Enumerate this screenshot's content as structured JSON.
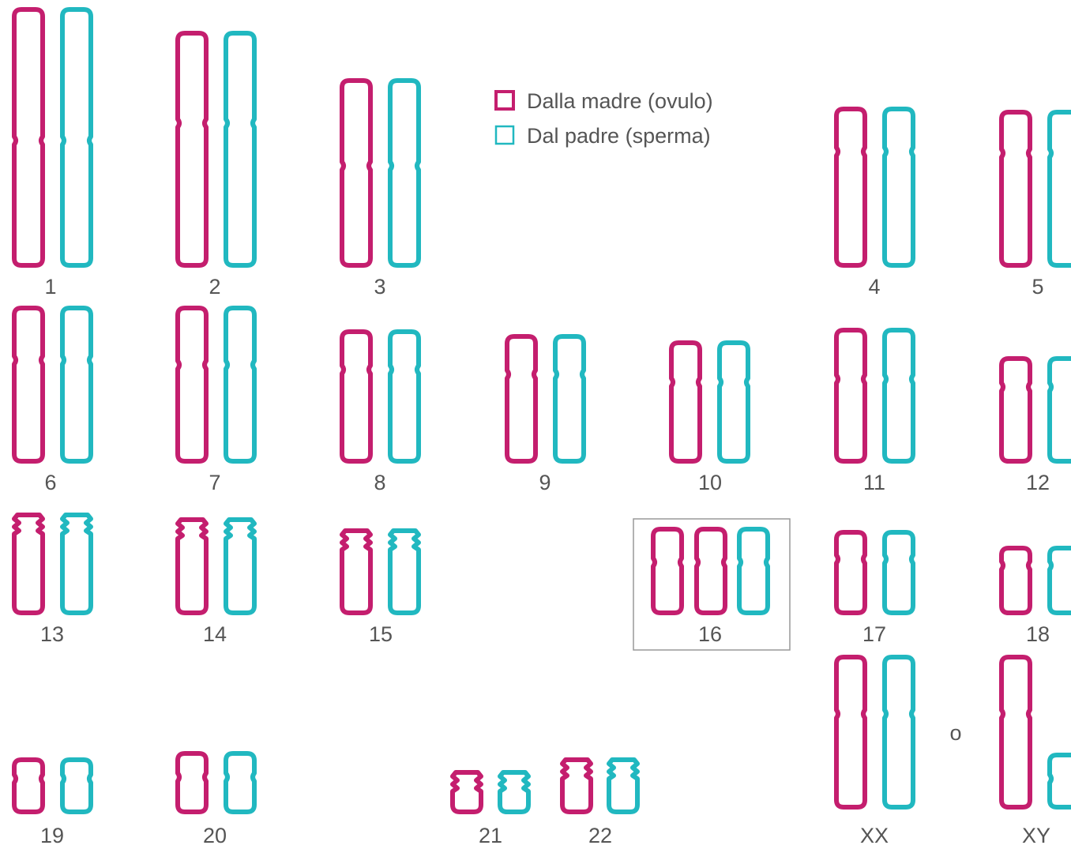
{
  "legend": {
    "mother": {
      "label": "Dalla madre (ovulo)",
      "color": "#c41e6e"
    },
    "father": {
      "label": "Dal padre (sperma)",
      "color": "#21b8c0"
    }
  },
  "colors": {
    "mother": "#c41e6e",
    "father": "#21b8c0",
    "label": "#555555",
    "highlight_border": "#999999"
  },
  "separator": "o",
  "chromosomes": [
    {
      "label": "1",
      "set": [
        "mother",
        "father"
      ]
    },
    {
      "label": "2",
      "set": [
        "mother",
        "father"
      ]
    },
    {
      "label": "3",
      "set": [
        "mother",
        "father"
      ]
    },
    {
      "label": "4",
      "set": [
        "mother",
        "father"
      ]
    },
    {
      "label": "5",
      "set": [
        "mother",
        "father"
      ]
    },
    {
      "label": "6",
      "set": [
        "mother",
        "father"
      ]
    },
    {
      "label": "7",
      "set": [
        "mother",
        "father"
      ]
    },
    {
      "label": "8",
      "set": [
        "mother",
        "father"
      ]
    },
    {
      "label": "9",
      "set": [
        "mother",
        "father"
      ]
    },
    {
      "label": "10",
      "set": [
        "mother",
        "father"
      ]
    },
    {
      "label": "11",
      "set": [
        "mother",
        "father"
      ]
    },
    {
      "label": "12",
      "set": [
        "mother",
        "father"
      ]
    },
    {
      "label": "13",
      "set": [
        "mother",
        "father"
      ]
    },
    {
      "label": "14",
      "set": [
        "mother",
        "father"
      ]
    },
    {
      "label": "15",
      "set": [
        "mother",
        "father"
      ]
    },
    {
      "label": "16",
      "set": [
        "mother",
        "mother",
        "father"
      ],
      "highlighted": true
    },
    {
      "label": "17",
      "set": [
        "mother",
        "father"
      ]
    },
    {
      "label": "18",
      "set": [
        "mother",
        "father"
      ]
    },
    {
      "label": "19",
      "set": [
        "mother",
        "father"
      ]
    },
    {
      "label": "20",
      "set": [
        "mother",
        "father"
      ]
    },
    {
      "label": "21",
      "set": [
        "mother",
        "father"
      ]
    },
    {
      "label": "22",
      "set": [
        "mother",
        "father"
      ]
    },
    {
      "label": "XX",
      "set": [
        "mother",
        "father"
      ]
    },
    {
      "label": "XY",
      "set": [
        "mother",
        "father"
      ]
    }
  ]
}
